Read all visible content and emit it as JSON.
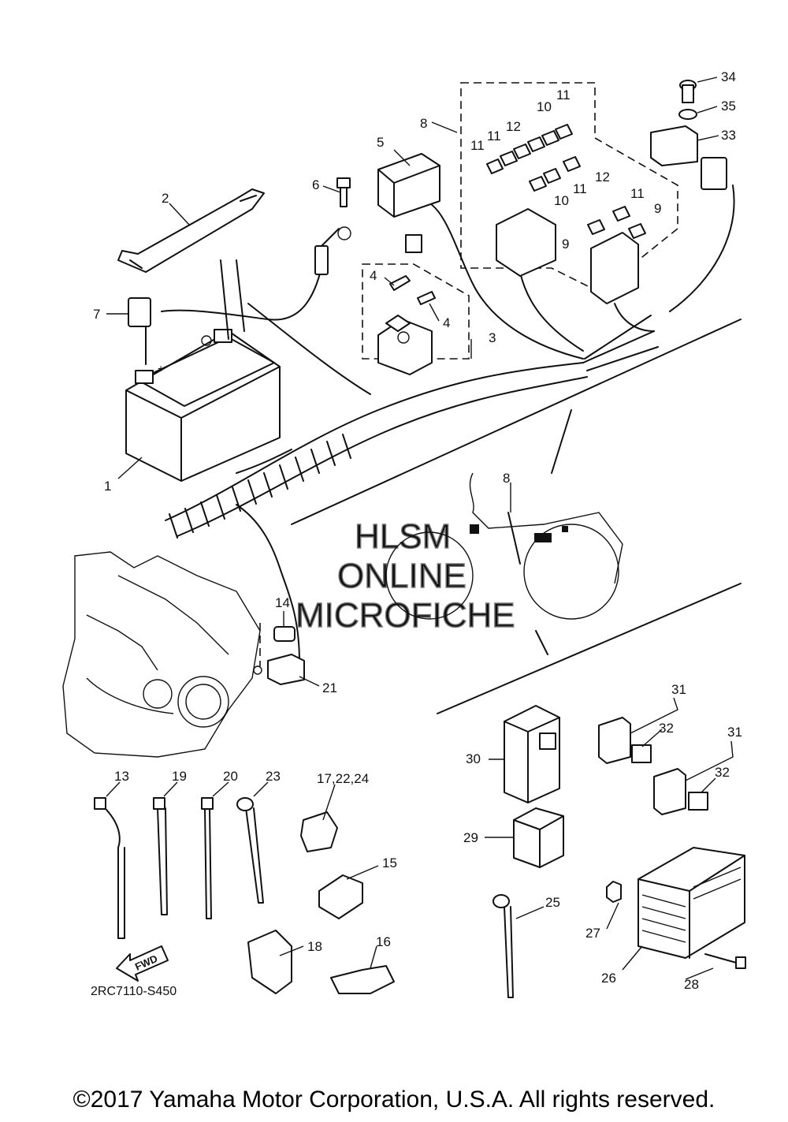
{
  "watermark": {
    "line1": "HLSM",
    "line2": "ONLINE",
    "line3": "MICROFICHE"
  },
  "figure_id": "2RC7110-S450",
  "fwd_label": "FWD",
  "copyright": "©2017 Yamaha Motor Corporation, U.S.A. All rights reserved.",
  "callouts": {
    "c1": "1",
    "c2": "2",
    "c3": "3",
    "c4a": "4",
    "c4b": "4",
    "c5": "5",
    "c6": "6",
    "c7": "7",
    "c8a": "8",
    "c8b": "8",
    "c9a": "9",
    "c9b": "9",
    "c10a": "10",
    "c10b": "10",
    "c11a": "11",
    "c11b": "11",
    "c11c": "11",
    "c11d": "11",
    "c11e": "11",
    "c12a": "12",
    "c12b": "12",
    "c13": "13",
    "c14": "14",
    "c15": "15",
    "c16": "16",
    "c17": "17,22,24",
    "c18": "18",
    "c19": "19",
    "c20": "20",
    "c21": "21",
    "c23": "23",
    "c25": "25",
    "c26": "26",
    "c27": "27",
    "c28": "28",
    "c29": "29",
    "c30": "30",
    "c31a": "31",
    "c31b": "31",
    "c32a": "32",
    "c32b": "32",
    "c33": "33",
    "c34": "34",
    "c35": "35"
  }
}
